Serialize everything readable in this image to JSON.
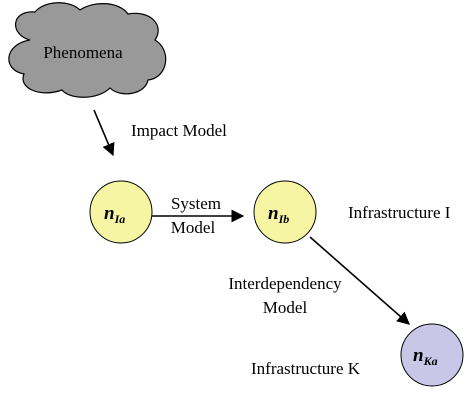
{
  "phenomena": {
    "label": "Phenomena",
    "fill": "#999999"
  },
  "nodes": {
    "ia": {
      "main": "n",
      "sub": "Ia",
      "fill": "#f5f5a3"
    },
    "ib": {
      "main": "n",
      "sub": "Ib",
      "fill": "#f5f5a3"
    },
    "ka": {
      "main": "n",
      "sub": "Ka",
      "fill": "#c9c7e8"
    }
  },
  "labels": {
    "impact_model": "Impact Model",
    "system_model_line1": "System",
    "system_model_line2": "Model",
    "infrastructure_i": "Infrastructure I",
    "interdependency_line1": "Interdependency",
    "interdependency_line2": "Model",
    "infrastructure_k": "Infrastructure K"
  }
}
